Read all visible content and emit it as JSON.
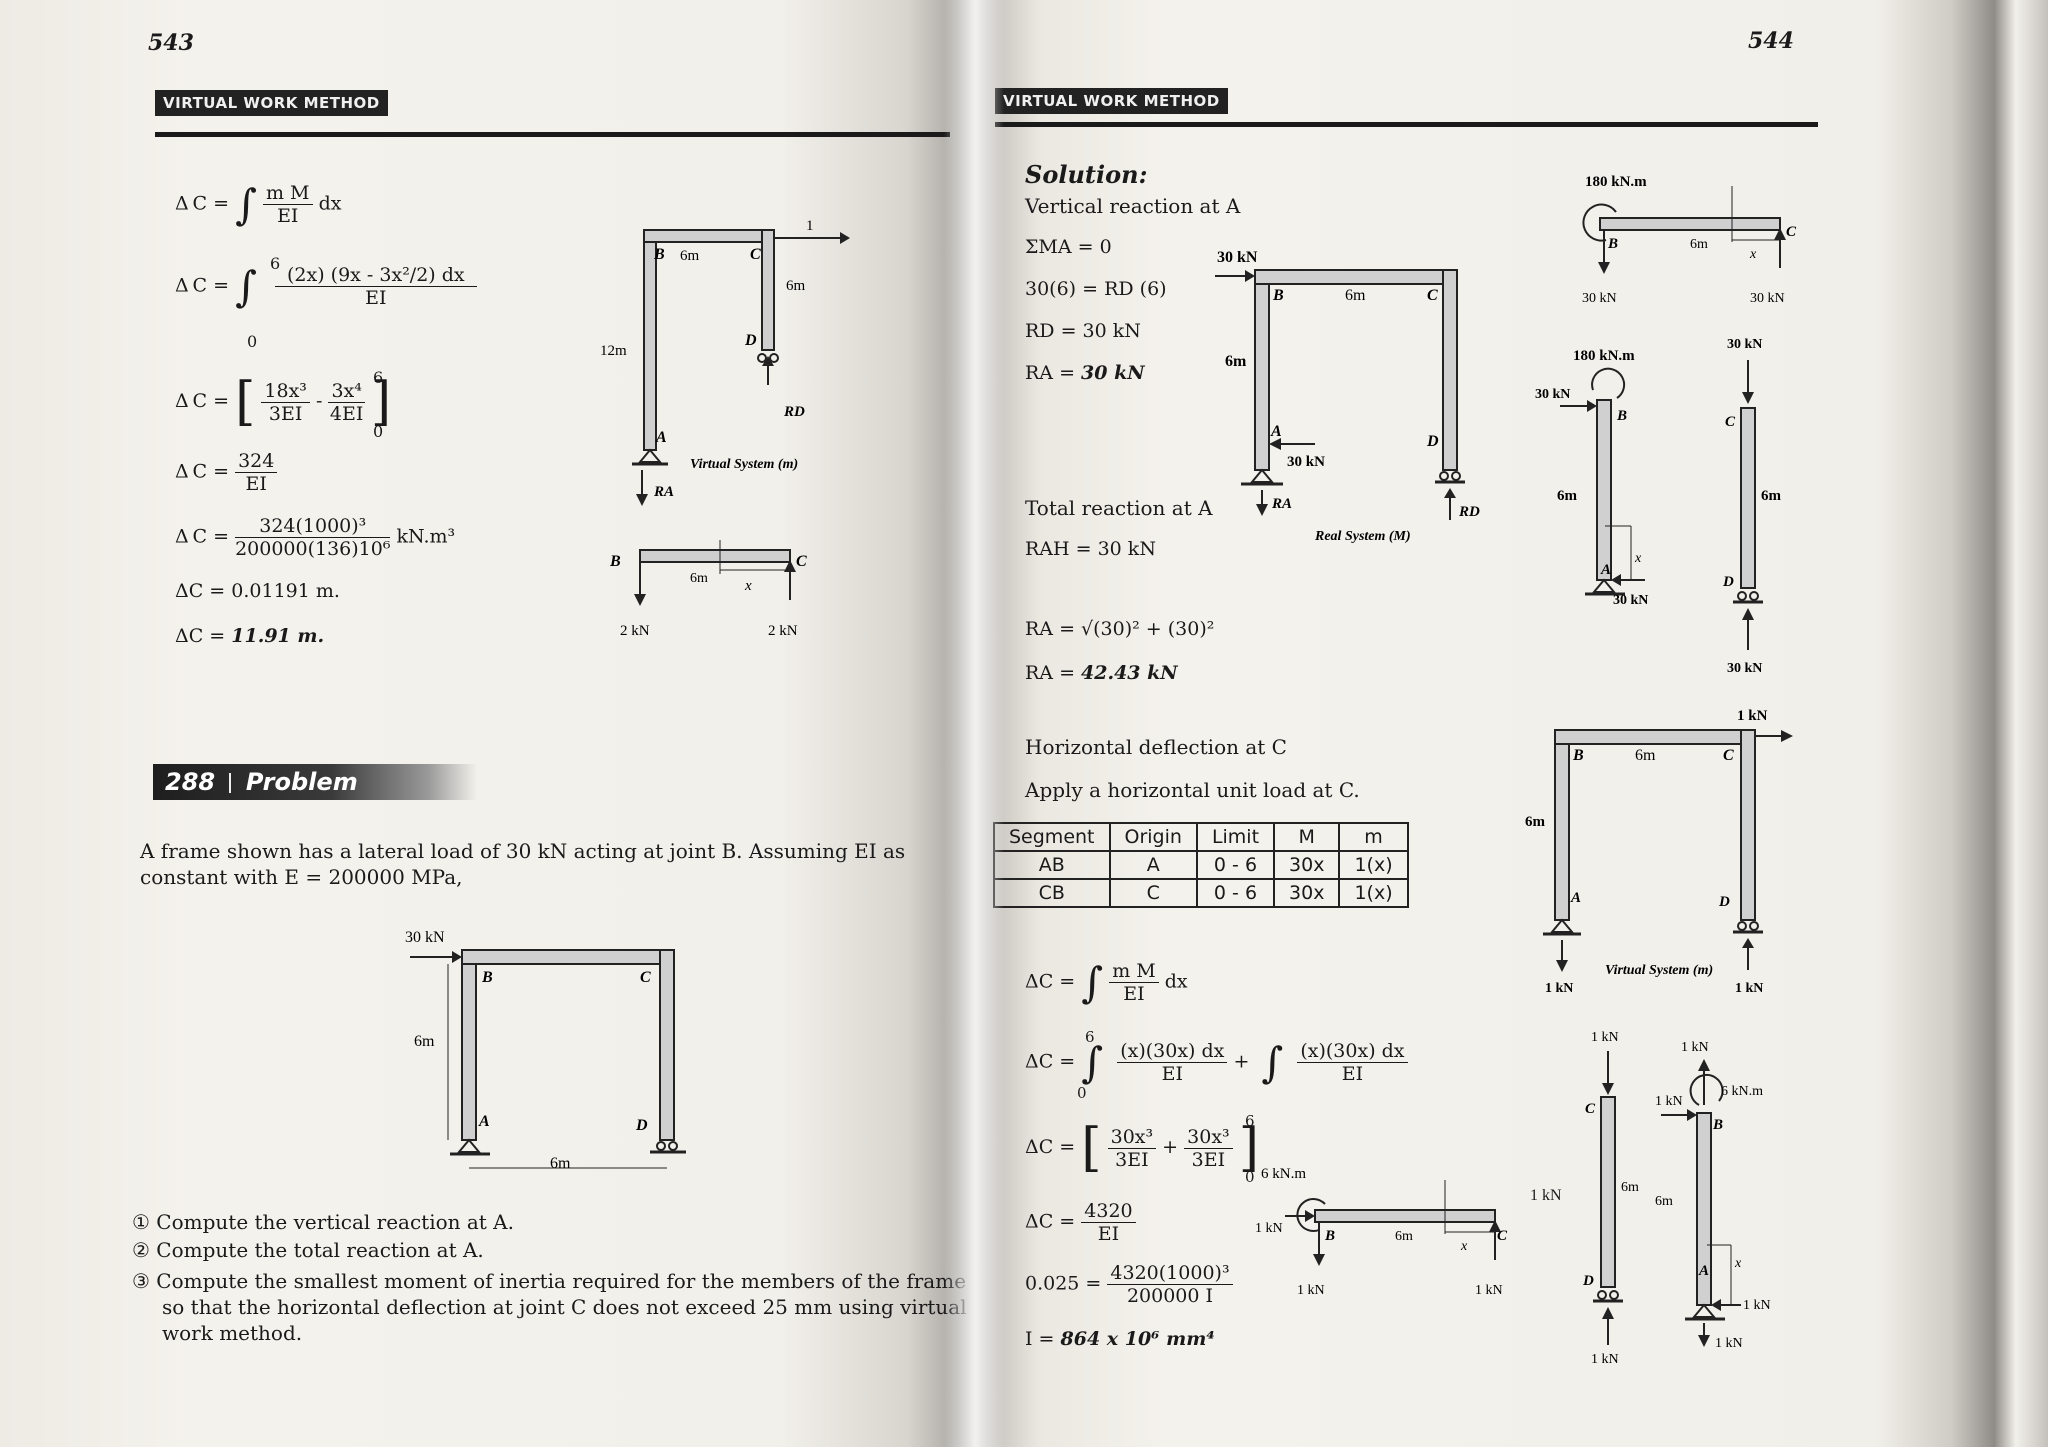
{
  "left_page": {
    "page_number": "543",
    "header": "VIRTUAL WORK METHOD",
    "equations": {
      "e1_lhs": "Δ C =",
      "e1_num": "m M",
      "e1_den": "EI",
      "e1_tail": "dx",
      "e2_lhs": "Δ C =",
      "e2_upper": "6",
      "e2_lower": "0",
      "e2_num": "(2x) (9x - 3x²/2) dx",
      "e2_den": "EI",
      "e3_lhs": "Δ C =",
      "e3_a_num": "18x³",
      "e3_a_den": "3EI",
      "e3_minus": "-",
      "e3_b_num": "3x⁴",
      "e3_b_den": "4EI",
      "e3_upper": "6",
      "e3_lower": "0",
      "e4_lhs": "Δ C =",
      "e4_num": "324",
      "e4_den": "EI",
      "e5_lhs": "Δ C =",
      "e5_num": "324(1000)³",
      "e5_den": "200000(136)10⁶",
      "e5_unit": "kN.m³",
      "e6": "ΔC = 0.01191 m.",
      "e7_lhs": "ΔC = ",
      "e7_val": "11.91 m."
    },
    "virtual_frame": {
      "B": "B",
      "C": "C",
      "D": "D",
      "A": "A",
      "top_span": "6m",
      "right_height": "6m",
      "left_height": "12m",
      "load": "1",
      "RD": "RD",
      "RA": "RA",
      "caption": "Virtual System (m)"
    },
    "beam_fbd": {
      "B": "B",
      "C": "C",
      "span": "6m",
      "x": "x",
      "left_force": "2 kN",
      "right_force": "2 kN"
    },
    "problem": {
      "number": "288",
      "title": "Problem",
      "statement": "A frame shown has a lateral load of 30 kN acting at joint B. Assuming EI as constant with E = 200000 MPa,",
      "frame": {
        "load": "30 kN",
        "B": "B",
        "C": "C",
        "A": "A",
        "D": "D",
        "height": "6m",
        "span": "6m"
      },
      "tasks": [
        "① Compute the vertical reaction at A.",
        "② Compute the total reaction at A.",
        "③ Compute the smallest moment of inertia required for the members of the frame so that the horizontal deflection at joint C does not exceed 25 mm using virtual work method."
      ]
    }
  },
  "right_page": {
    "page_number": "544",
    "header": "VIRTUAL WORK METHOD",
    "solution_title": "Solution:",
    "steps": {
      "s1": "Vertical reaction at A",
      "s1_l1": "ΣMA = 0",
      "s1_l2": "30(6) = RD (6)",
      "s1_l3": "RD = 30 kN",
      "s1_l4_lhs": "RA = ",
      "s1_l4_val": "30 kN",
      "s2": "Total reaction at A",
      "s2_l1": "RAH = 30 kN",
      "s2_l2": "RA = √(30)² + (30)²",
      "s2_l3_lhs": "RA = ",
      "s2_l3_val": "42.43 kN",
      "s3": "Horizontal deflection at C",
      "s3_l1": "Apply a horizontal unit load at C."
    },
    "table": {
      "headers": [
        "Segment",
        "Origin",
        "Limit",
        "M",
        "m"
      ],
      "rows": [
        [
          "AB",
          "A",
          "0 - 6",
          "30x",
          "1(x)"
        ],
        [
          "CB",
          "C",
          "0 - 6",
          "30x",
          "1(x)"
        ]
      ]
    },
    "equations": {
      "f1_lhs": "ΔC =",
      "f1_num": "m M",
      "f1_den": "EI",
      "f1_tail": "dx",
      "f2_lhs": "ΔC =",
      "f2_a_num": "(x)(30x) dx",
      "f2_a_den": "EI",
      "f2_plus": "+",
      "f2_b_num": "(x)(30x) dx",
      "f2_b_den": "EI",
      "f2_upper": "6",
      "f2_lower": "0",
      "f3_lhs": "ΔC =",
      "f3_a_num": "30x³",
      "f3_a_den": "3EI",
      "f3_plus": "+",
      "f3_b_num": "30x³",
      "f3_b_den": "3EI",
      "f3_upper": "6",
      "f3_lower": "0",
      "f4_lhs": "ΔC =",
      "f4_num": "4320",
      "f4_den": "EI",
      "f5_lhs": "0.025 =",
      "f5_num": "4320(1000)³",
      "f5_den": "200000 I",
      "f6_lhs": "I = ",
      "f6_val": "864 x 10⁶ mm⁴"
    },
    "real_frame": {
      "load": "30 kN",
      "B": "B",
      "C": "C",
      "A": "A",
      "D": "D",
      "span": "6m",
      "height": "6m",
      "reaction_h": "30 kN",
      "RA": "RA",
      "RD": "RD",
      "caption": "Real System (M)"
    },
    "real_fbds": {
      "moment": "180 kN.m",
      "B": "B",
      "C": "C",
      "span": "6m",
      "x": "x",
      "left_force": "30 kN",
      "right_force": "30 kN",
      "col_moment": "180 kN.m",
      "col_load": "30 kN",
      "col_B": "B",
      "col_A": "A",
      "col_height": "6m",
      "col_x": "x",
      "col_reaction": "30 kN",
      "colC_top": "30 kN",
      "colC_C": "C",
      "colC_D": "D",
      "colC_height": "6m",
      "colC_bottom": "30 kN"
    },
    "virtual_frame": {
      "load": "1 kN",
      "B": "B",
      "C": "C",
      "A": "A",
      "D": "D",
      "span": "6m",
      "height": "6m",
      "left_reaction": "1 kN",
      "right_reaction": "1 kN",
      "caption": "Virtual System (m)"
    },
    "virtual_fbds": {
      "moment": "6 kN.m",
      "left_force": "1 kN",
      "B": "B",
      "C": "C",
      "span": "6m",
      "x": "x",
      "right_force": "1 kN",
      "down_left": "1 kN",
      "down_right": "1 kN",
      "colC_top": "1 kN",
      "colC_C": "C",
      "colC_D": "D",
      "colC_height": "6m",
      "colC_bottom": "1 kN",
      "colB_top": "1 kN",
      "colB_moment": "6 kN.m",
      "colB_load": "1 kN",
      "colB_B": "B",
      "colB_height": "6m",
      "colB_A": "A",
      "colB_x": "x",
      "colB_reaction": "1 kN",
      "colB_bottom": "1 kN"
    }
  }
}
